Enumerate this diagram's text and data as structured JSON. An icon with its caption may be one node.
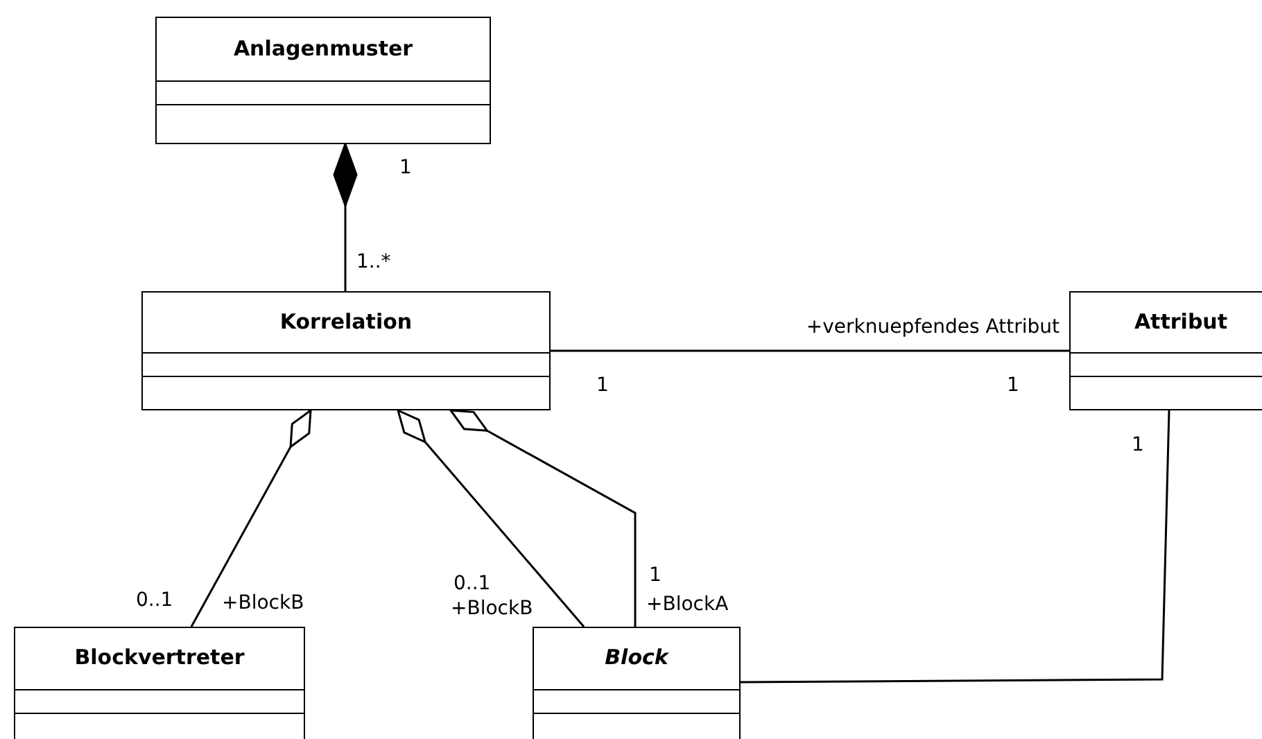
{
  "diagram": {
    "nodes": [
      {
        "text": [
          "Anlagenmuster"
        ]
      },
      {
        "text": [
          "Korrelation"
        ]
      },
      {
        "text": [
          "Attribut"
        ]
      },
      {
        "text": [
          "Blockvertreter"
        ]
      },
      {
        "text": [
          "Block"
        ]
      }
    ],
    "edges": [
      {
        "from": 0,
        "to": 1,
        "arrow": "other"
      },
      {
        "from": 1,
        "to": 2,
        "arrow": "none",
        "label": "+verknuepfendes Attribut"
      },
      {
        "from": 1,
        "to": 3,
        "arrow": "other"
      },
      {
        "from": 1,
        "to": 4,
        "arrow": "other"
      },
      {
        "from": 1,
        "to": 4,
        "arrow": "other"
      },
      {
        "from": 2,
        "to": 4,
        "arrow": "none"
      }
    ],
    "labels": [
      "1",
      "1..*",
      "1",
      "1",
      "1",
      "0..1",
      "+BlockB",
      "0..1",
      "+BlockB",
      "1",
      "+BlockA"
    ]
  }
}
